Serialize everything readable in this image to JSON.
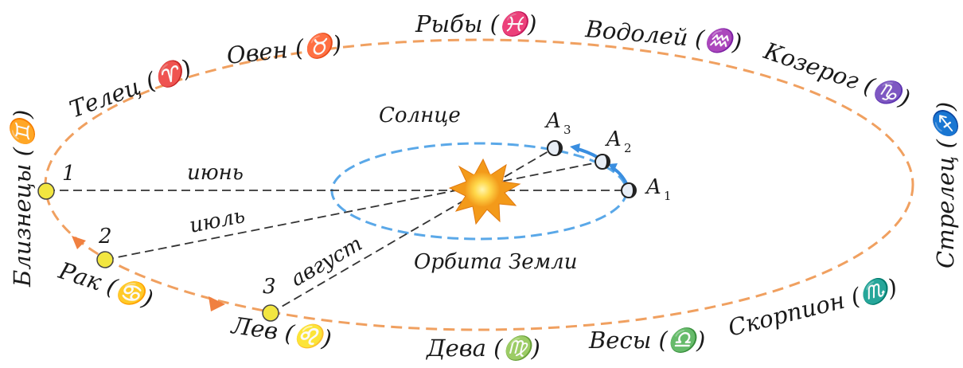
{
  "zodiac": {
    "gemini": "Близнецы (♊)",
    "taurus": "Телец (♈)",
    "aries": "Овен (♉)",
    "pisces": "Рыбы (♓)",
    "aquarius": "Водолей (♒)",
    "capricorn": "Козерог (♑)",
    "sagittarius": "Стрелец (♐)",
    "scorpio": "Скорпион (♏)",
    "libra": "Весы (♎)",
    "virgo": "Дева (♍)",
    "leo": "Лев (♌)",
    "cancer": "Рак (♋)"
  },
  "labels": {
    "sun": "Солнце",
    "earth_orbit": "Орбита Земли",
    "june": "июнь",
    "july": "июль",
    "august": "август"
  },
  "points": {
    "p1": "1",
    "p2": "2",
    "p3": "3",
    "a_letter": "A",
    "a1_sub": "1",
    "a2_sub": "2",
    "a3_sub": "3"
  },
  "colors": {
    "ecliptic": "#f0a060",
    "earth_orbit": "#5aa8e8",
    "sight_line": "#333333",
    "point_fill": "#f2e640",
    "arrow_orange": "#f08040",
    "arrow_blue": "#3a8ee0",
    "sun_outer": "#f39a1a",
    "sun_inner": "#ffe27a"
  }
}
